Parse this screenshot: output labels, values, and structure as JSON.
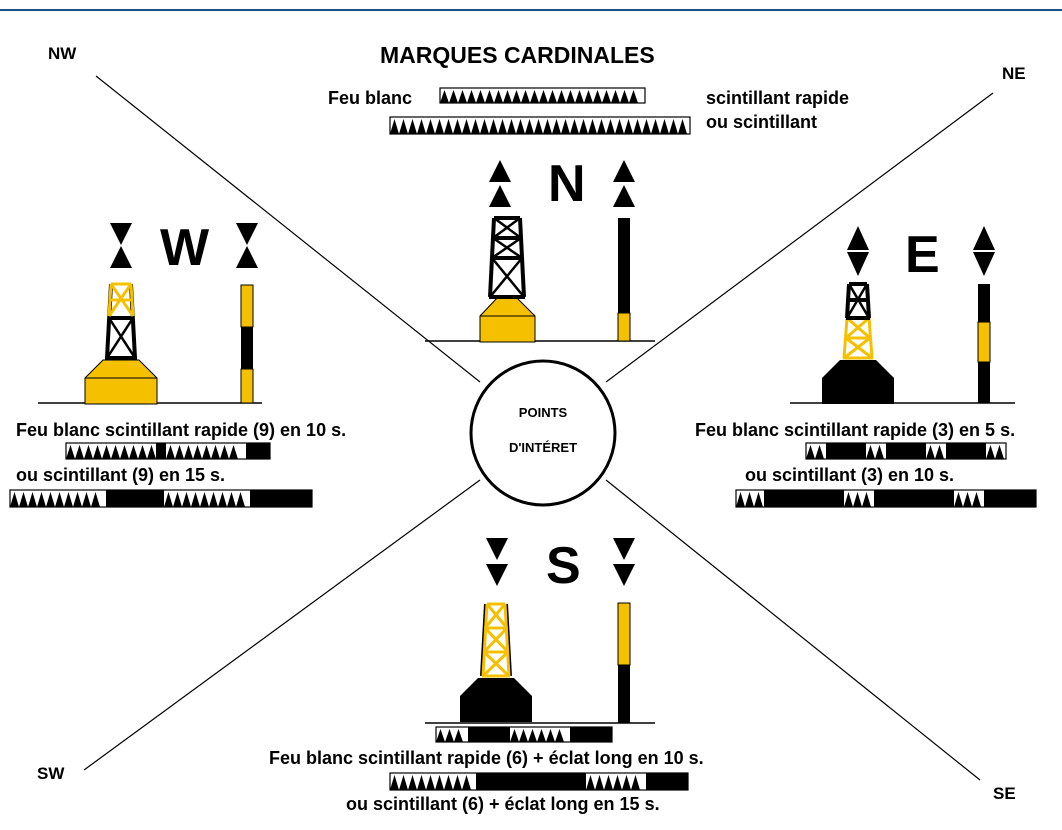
{
  "title": "MARQUES CARDINALES",
  "center_label_line1": "POINTS",
  "center_label_line2": "D'INTÉRET",
  "colors": {
    "yellow": "#f5c000",
    "black": "#000000",
    "frame": "#1f4f8a"
  },
  "directions": {
    "nw": "NW",
    "ne": "NE",
    "sw": "SW",
    "se": "SE"
  },
  "north": {
    "letter": "N",
    "light_label": "Feu blanc",
    "desc_line1": "scintillant rapide",
    "desc_line2": "ou scintillant"
  },
  "east": {
    "letter": "E",
    "desc_line1": "Feu blanc scintillant rapide (3) en 5 s.",
    "desc_line2": "ou scintillant (3) en 10 s."
  },
  "south": {
    "letter": "S",
    "desc_line1": "Feu blanc scintillant rapide (6) + éclat long en 10 s.",
    "desc_line2": "ou scintillant (6) + éclat long en 15 s."
  },
  "west": {
    "letter": "W",
    "desc_line1": "Feu blanc scintillant rapide (9) en 10 s.",
    "desc_line2": "ou scintillant (9) en 15 s."
  }
}
